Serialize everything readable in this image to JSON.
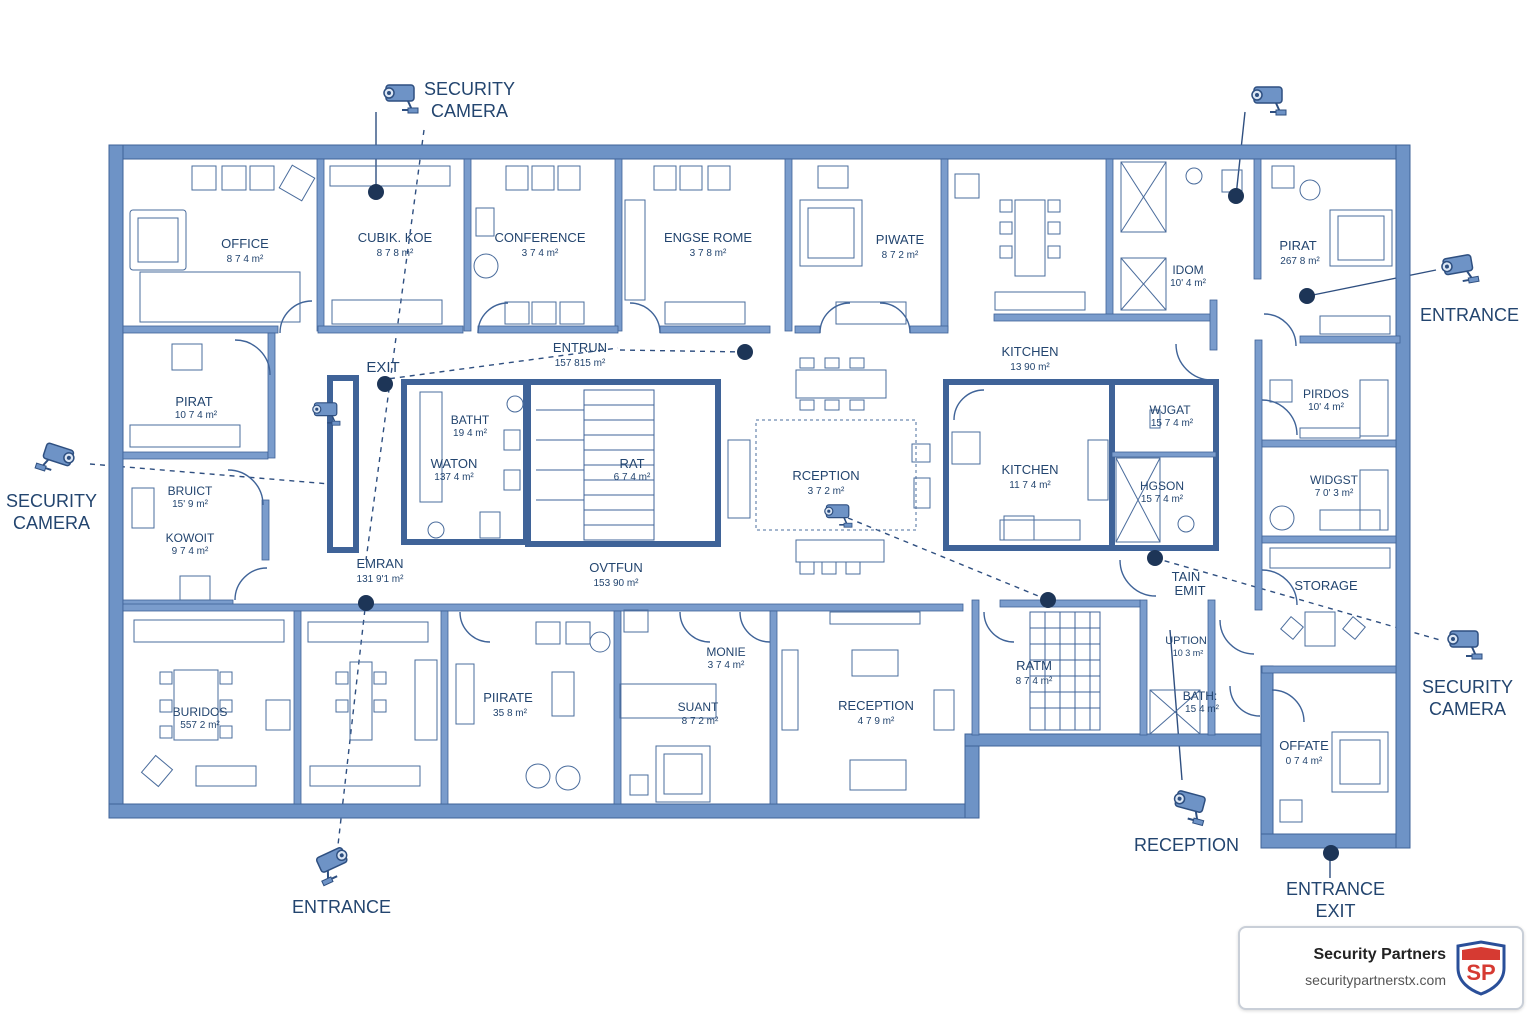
{
  "colors": {
    "wall": "#5b82b8",
    "wall_fill": "#6e93c6",
    "line": "#4a6c9c",
    "text": "#23456f",
    "dot": "#1d3557",
    "badge_red": "#d63a32",
    "badge_blue": "#2a4f99"
  },
  "callouts": {
    "security_camera_top": "SECURITY\nCAMERA",
    "security_camera_left": "SECURITY\nCAMERA",
    "security_camera_right": "SECURITY\nCAMERA",
    "entrance_right": "ENTRANCE",
    "entrance_bottom": "ENTRANCE",
    "reception_bottom": "RECEPTION",
    "entrance_exit_bottom": "ENTRANCE\nEXIT"
  },
  "rooms": {
    "office": {
      "name": "OFFICE",
      "area": "8 7 4 m²"
    },
    "cubicle": {
      "name": "CUBIK. KOE",
      "area": "8 7 8 m²"
    },
    "conference": {
      "name": "CONFERENCE",
      "area": "3 7 4 m²"
    },
    "engse_rome": {
      "name": "ENGSE ROME",
      "area": "3 7 8 m²"
    },
    "piwate": {
      "name": "PIWATE",
      "area": "8 7 2 m²"
    },
    "pirat_top": {
      "name": "PIRAT",
      "area": "267 8 m²"
    },
    "idom": {
      "name": "IDOM",
      "area": "10' 4 m²"
    },
    "pirat_left": {
      "name": "PIRAT",
      "area": "10 7 4 m²"
    },
    "bruict": {
      "name": "BRUICT",
      "area": "15' 9 m²"
    },
    "kowoit": {
      "name": "KOWOIT",
      "area": "9 7 4 m²"
    },
    "batht": {
      "name": "BATHT",
      "area": "19 4 m²"
    },
    "waton": {
      "name": "WATON",
      "area": "137 4 m²"
    },
    "rat": {
      "name": "RAT",
      "area": "6 7 4 m²"
    },
    "reception_center": {
      "name": "RCEPTION",
      "area": "3 7 2 m²"
    },
    "kitchen_corridor": {
      "name": "KITCHEN",
      "area": "13 90 m²"
    },
    "kitchen": {
      "name": "KITCHEN",
      "area": "11 7 4 m²"
    },
    "wjgat": {
      "name": "WJGAT",
      "area": "15 7 4 m²"
    },
    "hgson": {
      "name": "HGSON",
      "area": "15 7 4 m²"
    },
    "pirdos": {
      "name": "PIRDOS",
      "area": "10' 4 m²"
    },
    "widgst": {
      "name": "WIDGST",
      "area": "7 0' 3 m²"
    },
    "storage": {
      "name": "STORAGE",
      "area": ""
    },
    "entrun": {
      "name": "ENTRUN",
      "area": "157 815 m²"
    },
    "exit": {
      "name": "EXIT",
      "area": ""
    },
    "emran": {
      "name": "EMRAN",
      "area": "131 9'1 m²"
    },
    "ovtfun": {
      "name": "OVTFUN",
      "area": "153 90 m²"
    },
    "tain_exit": {
      "name": "TAIN\nEMIT",
      "area": ""
    },
    "buridos": {
      "name": "BURIDOS",
      "area": "557 2 m²"
    },
    "pirate": {
      "name": "PIIRATE",
      "area": "35 8 m²"
    },
    "monie": {
      "name": "MONIE",
      "area": "3 7 4 m²"
    },
    "suant": {
      "name": "SUANT",
      "area": "8 7 2 m²"
    },
    "reception_bottom_room": {
      "name": "RECEPTION",
      "area": "4 7 9 m²"
    },
    "ratm": {
      "name": "RATM",
      "area": "8 7 4 m²"
    },
    "uption": {
      "name": "UPTION",
      "area": "10 3 m²"
    },
    "bath": {
      "name": "BATH:",
      "area": "15 4 m²"
    },
    "offate": {
      "name": "OFFATE",
      "area": "0 7 4 m²"
    }
  },
  "brand": {
    "name": "Security Partners",
    "url": "securitypartnerstx.com",
    "logo_letters": "SP"
  },
  "icons": [
    "security-camera-icon",
    "camera-dot-icon",
    "stair-icon",
    "door-swing-icon"
  ]
}
